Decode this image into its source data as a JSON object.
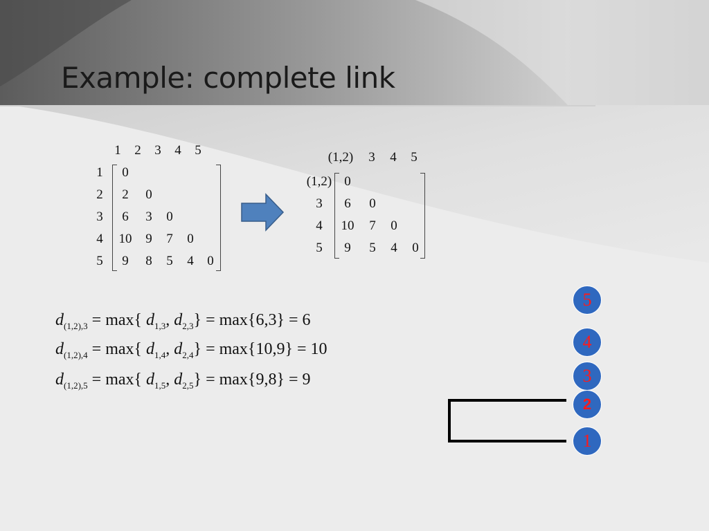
{
  "title": "Example: complete link",
  "matrix_left": {
    "headers": [
      "1",
      "2",
      "3",
      "4",
      "5"
    ],
    "rows": [
      {
        "label": "1",
        "values": [
          "0"
        ]
      },
      {
        "label": "2",
        "values": [
          "2",
          "0"
        ]
      },
      {
        "label": "3",
        "values": [
          "6",
          "3",
          "0"
        ]
      },
      {
        "label": "4",
        "values": [
          "10",
          "9",
          "7",
          "0"
        ]
      },
      {
        "label": "5",
        "values": [
          "9",
          "8",
          "5",
          "4",
          "0"
        ]
      }
    ]
  },
  "matrix_right": {
    "headers": [
      "(1,2)",
      "3",
      "4",
      "5"
    ],
    "rows": [
      {
        "label": "(1,2)",
        "values": [
          "0"
        ]
      },
      {
        "label": "3",
        "values": [
          "6",
          "0"
        ]
      },
      {
        "label": "4",
        "values": [
          "10",
          "7",
          "0"
        ]
      },
      {
        "label": "5",
        "values": [
          "9",
          "5",
          "4",
          "0"
        ]
      }
    ]
  },
  "equations": [
    {
      "lhs_var": "d",
      "lhs_sub": "(1,2),3",
      "op": "= max{",
      "a_var": "d",
      "a_sub": "1,3",
      "b_var": "d",
      "b_sub": "2,3",
      "rhs": "} = max{6,3} = 6"
    },
    {
      "lhs_var": "d",
      "lhs_sub": "(1,2),4",
      "op": "= max{",
      "a_var": "d",
      "a_sub": "1,4",
      "b_var": "d",
      "b_sub": "2,4",
      "rhs": "} = max{10,9} = 10"
    },
    {
      "lhs_var": "d",
      "lhs_sub": "(1,2),5",
      "op": "= max{",
      "a_var": "d",
      "a_sub": "1,5",
      "b_var": "d",
      "b_sub": "2,5",
      "rhs": "} = max{9,8} = 9"
    }
  ],
  "nodes": [
    {
      "label": "5",
      "bold": false
    },
    {
      "label": "4",
      "bold": false
    },
    {
      "label": "3",
      "bold": false
    },
    {
      "label": "2",
      "bold": true
    },
    {
      "label": "1",
      "bold": false
    }
  ],
  "colors": {
    "node_fill": "#2f68bf",
    "node_text": "#ff1a1a",
    "arrow_fill": "#4f81bd",
    "arrow_stroke": "#385d8a"
  },
  "arrow_icon": "right-arrow-icon"
}
